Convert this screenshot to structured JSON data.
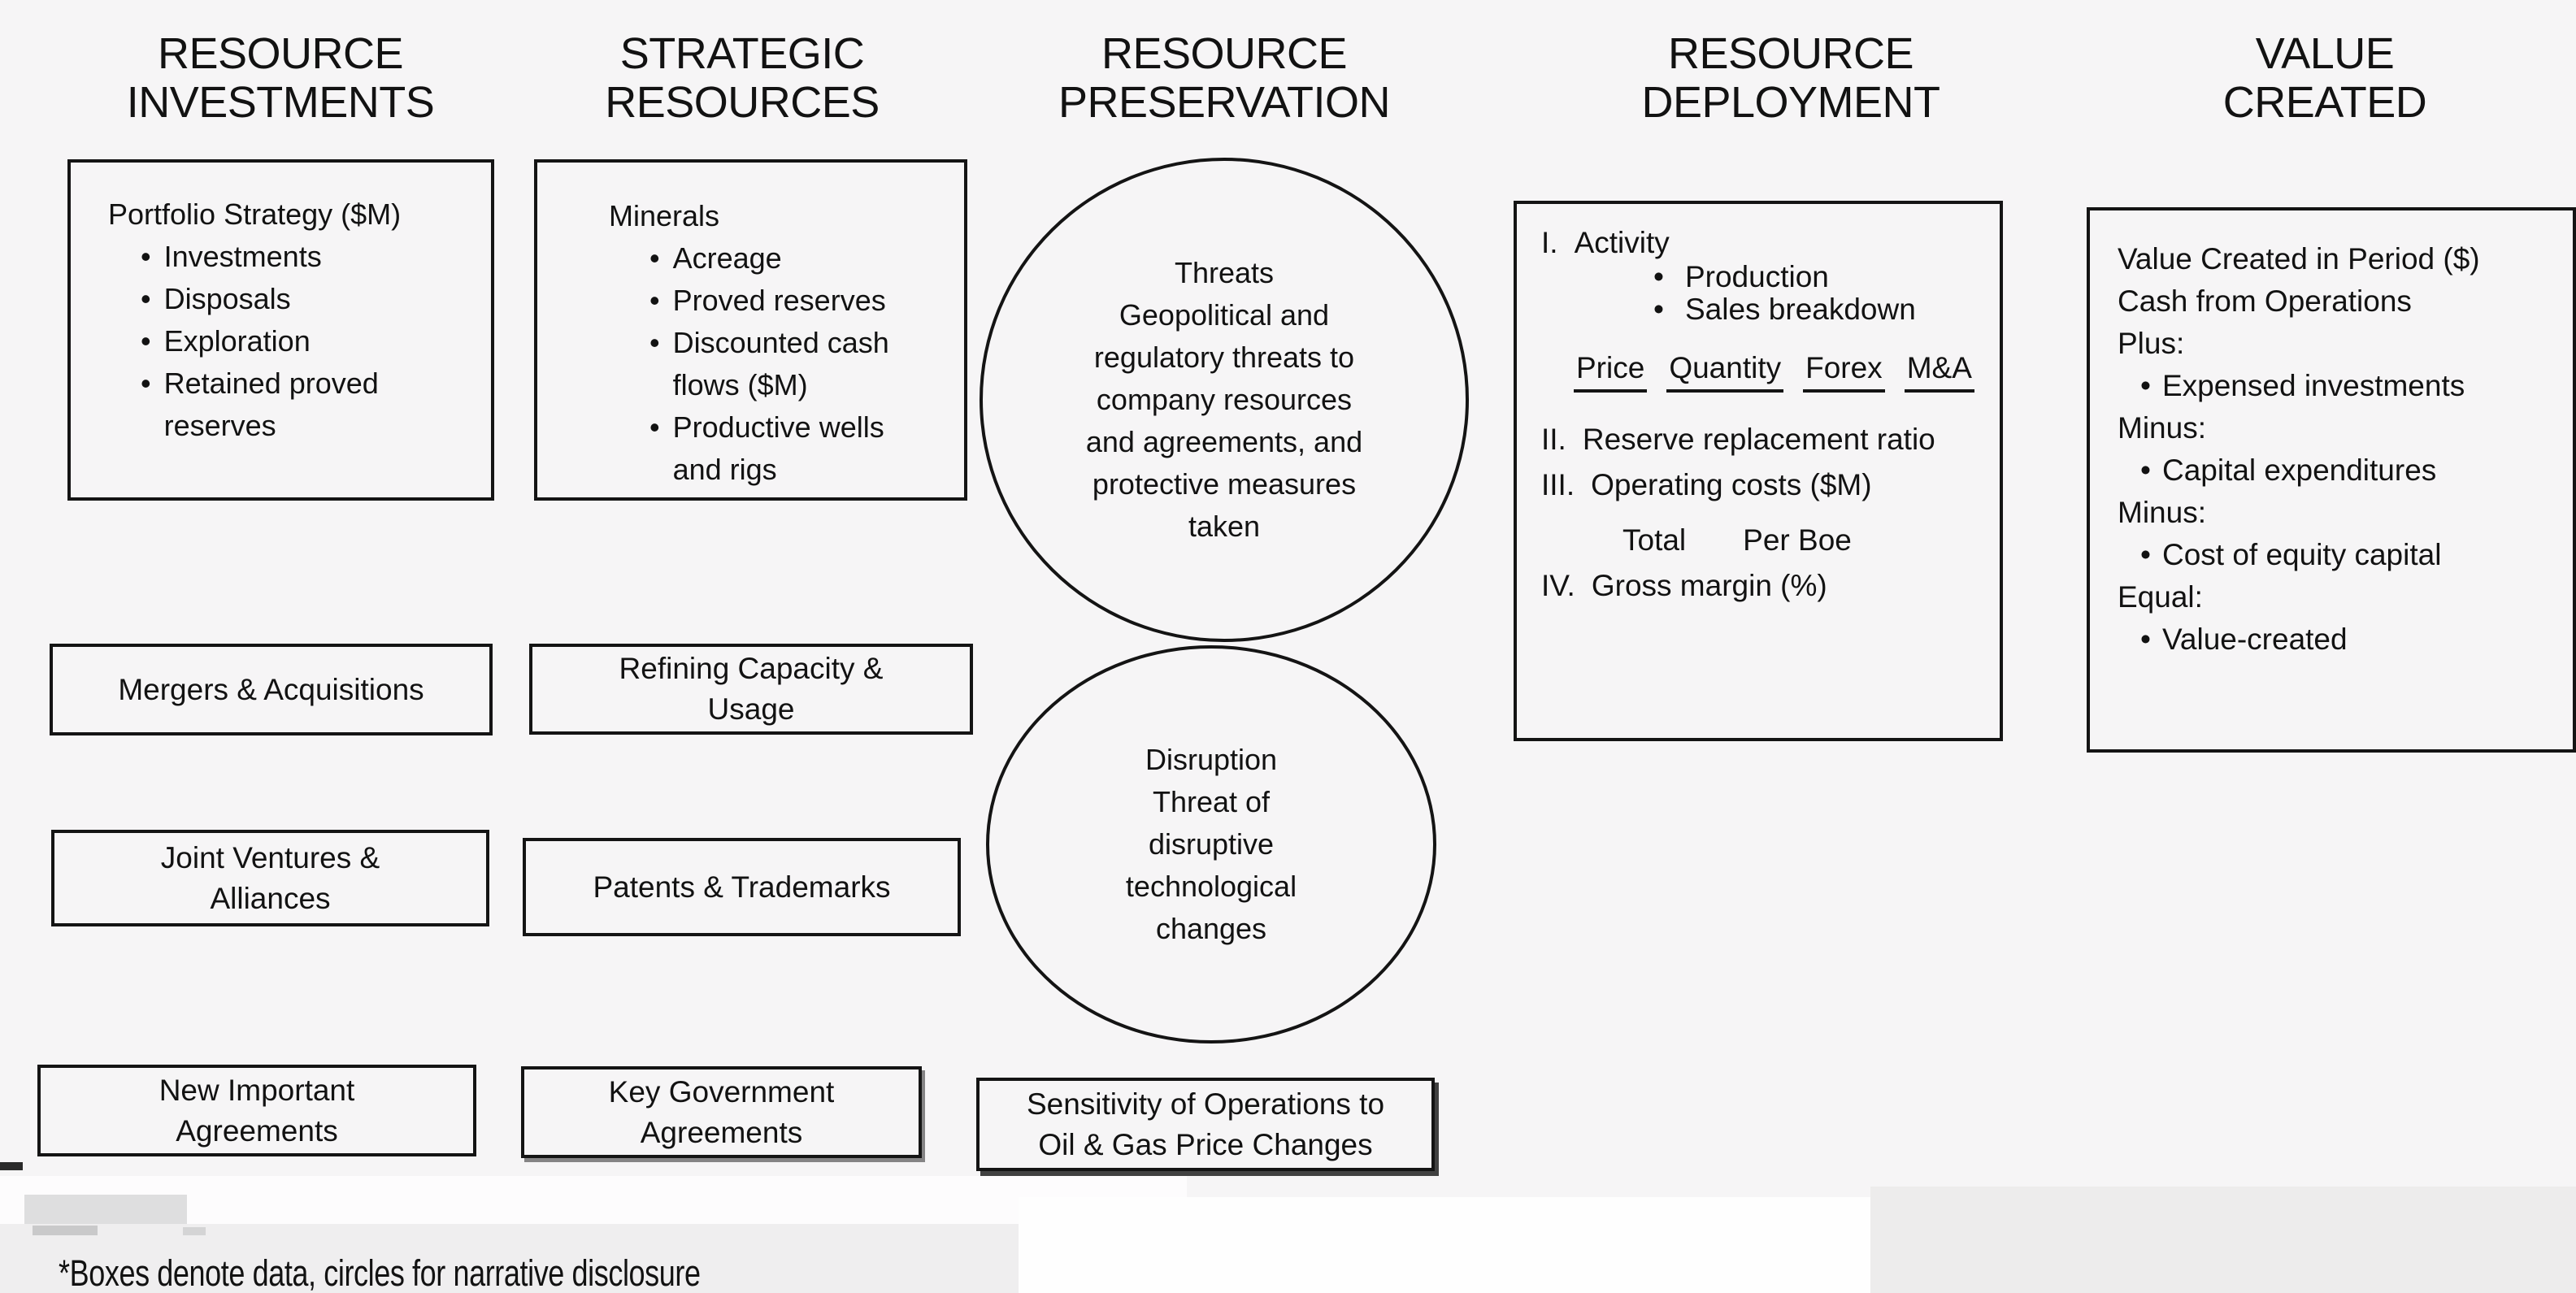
{
  "colors": {
    "background": "#f6f5f6",
    "ink": "#121212",
    "line": "#141414"
  },
  "headers": [
    {
      "line1": "RESOURCE",
      "line2": "INVESTMENTS"
    },
    {
      "line1": "STRATEGIC",
      "line2": "RESOURCES"
    },
    {
      "line1": "RESOURCE",
      "line2": "PRESERVATION"
    },
    {
      "line1": "RESOURCE",
      "line2": "DEPLOYMENT"
    },
    {
      "line1": "VALUE",
      "line2": "CREATED"
    }
  ],
  "portfolio_box": {
    "title": "Portfolio Strategy ($M)",
    "bullets": [
      "Investments",
      "Disposals",
      "Exploration",
      "Retained proved reserves"
    ]
  },
  "minerals_box": {
    "title": "Minerals",
    "bullets": [
      "Acreage",
      "Proved reserves",
      "Discounted cash flows ($M)",
      "Productive wells and rigs"
    ]
  },
  "threats_circle": {
    "lines": [
      "Threats",
      "Geopolitical and",
      "regulatory threats to",
      "company resources",
      "and agreements, and",
      "protective measures",
      "taken"
    ]
  },
  "disruption_circle": {
    "lines": [
      "Disruption",
      "Threat of",
      "disruptive",
      "technological",
      "changes"
    ]
  },
  "mergers_box": {
    "label": "Mergers & Acquisitions"
  },
  "joint_ventures_box": {
    "lines": [
      "Joint Ventures &",
      "Alliances"
    ]
  },
  "new_agreements_box": {
    "lines": [
      "New Important",
      "Agreements"
    ]
  },
  "refining_box": {
    "lines": [
      "Refining Capacity &",
      "Usage"
    ]
  },
  "patents_box": {
    "label": "Patents & Trademarks"
  },
  "key_government_box": {
    "lines": [
      "Key Government",
      "Agreements"
    ]
  },
  "sensitivity_box": {
    "lines": [
      "Sensitivity of Operations to",
      "Oil & Gas Price Changes"
    ]
  },
  "deployment_box": {
    "item1": {
      "num": "I.",
      "label": "Activity",
      "bullets": [
        "Production",
        "Sales breakdown"
      ]
    },
    "factors": [
      "Price",
      "Quantity",
      "Forex",
      "M&A"
    ],
    "item2": {
      "num": "II.",
      "label": "Reserve replacement ratio"
    },
    "item3": {
      "num": "III.",
      "label": "Operating costs ($M)"
    },
    "cost_cols": [
      "Total",
      "Per Boe"
    ],
    "item4": {
      "num": "IV.",
      "label": "Gross margin (%)"
    }
  },
  "value_box": {
    "lines": [
      "Value Created in Period ($)",
      "Cash from Operations",
      "Plus:",
      "Expensed investments",
      "Minus:",
      "Capital expenditures",
      "Minus:",
      "Cost of equity capital",
      "Equal:",
      "Value-created"
    ]
  },
  "footnote": "*Boxes denote data, circles for narrative disclosure"
}
